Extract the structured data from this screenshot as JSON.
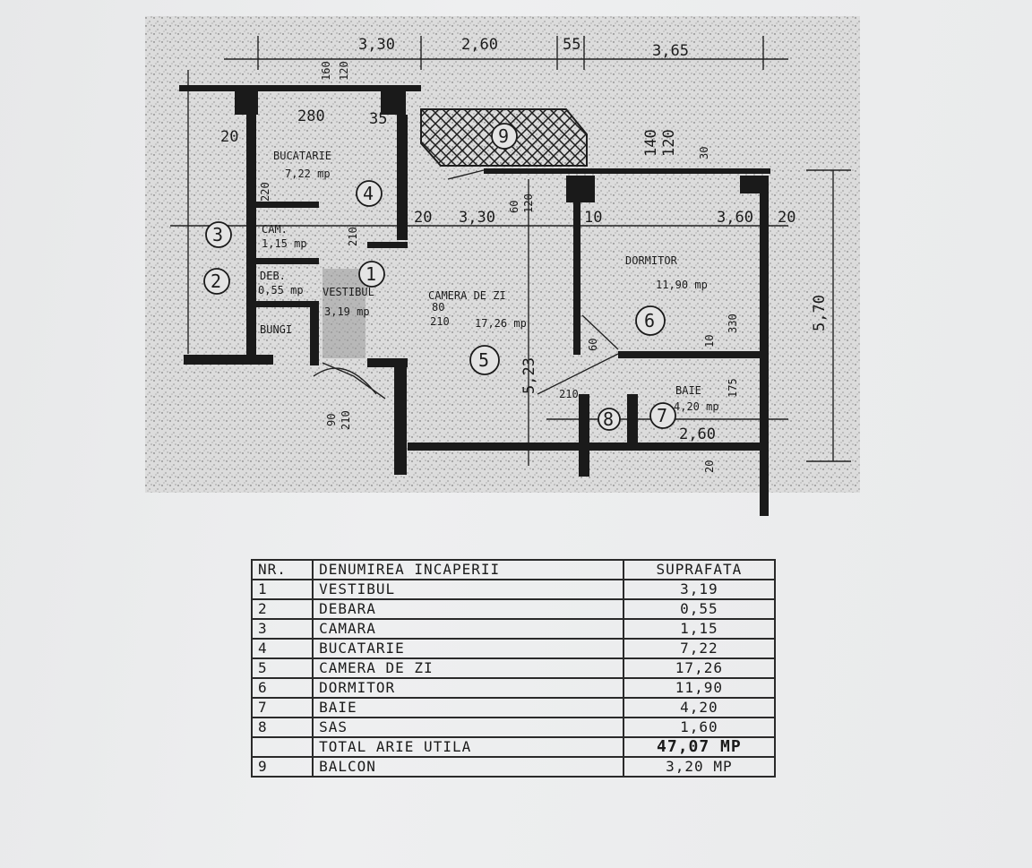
{
  "plan": {
    "top_dims": [
      "3,30",
      "2,60",
      "55",
      "3,65"
    ],
    "right_dim": "5,70",
    "misc_dims": [
      "160",
      "120",
      "280",
      "35",
      "20",
      "220",
      "140",
      "120",
      "30",
      "20",
      "3,30",
      "60",
      "120",
      "10",
      "3,60",
      "20",
      "5,23",
      "10",
      "330",
      "175",
      "2,60",
      "20",
      "210",
      "80",
      "210",
      "60",
      "210",
      "90",
      "210"
    ],
    "rooms": [
      {
        "label": "BUCATARIE",
        "area": "7,22 mp",
        "num": "4"
      },
      {
        "label": "CAM.",
        "area": "1,15 mp",
        "num": "3"
      },
      {
        "label": "DEB.",
        "area": "0,55 mp",
        "num": "2"
      },
      {
        "label": "VESTIBUL",
        "area": "3,19 mp",
        "num": "1"
      },
      {
        "label": "CAMERA DE ZI",
        "area": "17,26 mp",
        "num": "5"
      },
      {
        "label": "DORMITOR",
        "area": "11,90 mp",
        "num": "6"
      },
      {
        "label": "BAIE",
        "area": "4,20 mp",
        "num": "7"
      },
      {
        "label": "",
        "area": "",
        "num": "8"
      },
      {
        "label": "",
        "area": "",
        "num": "9"
      }
    ],
    "extra_label": "BUNGI"
  },
  "table": {
    "headers": [
      "NR.",
      "DENUMIREA INCAPERII",
      "SUPRAFATA"
    ],
    "rows": [
      {
        "nr": "1",
        "name": "VESTIBUL",
        "area": "3,19"
      },
      {
        "nr": "2",
        "name": "DEBARA",
        "area": "0,55"
      },
      {
        "nr": "3",
        "name": "CAMARA",
        "area": "1,15"
      },
      {
        "nr": "4",
        "name": "BUCATARIE",
        "area": "7,22"
      },
      {
        "nr": "5",
        "name": "CAMERA DE ZI",
        "area": "17,26"
      },
      {
        "nr": "6",
        "name": "DORMITOR",
        "area": "11,90"
      },
      {
        "nr": "7",
        "name": "BAIE",
        "area": "4,20"
      },
      {
        "nr": "8",
        "name": "SAS",
        "area": "1,60"
      }
    ],
    "total": {
      "nr": "",
      "name": "TOTAL ARIE UTILA",
      "area": "47,07 MP"
    },
    "balcony": {
      "nr": "9",
      "name": "BALCON",
      "area": "3,20 MP"
    }
  }
}
